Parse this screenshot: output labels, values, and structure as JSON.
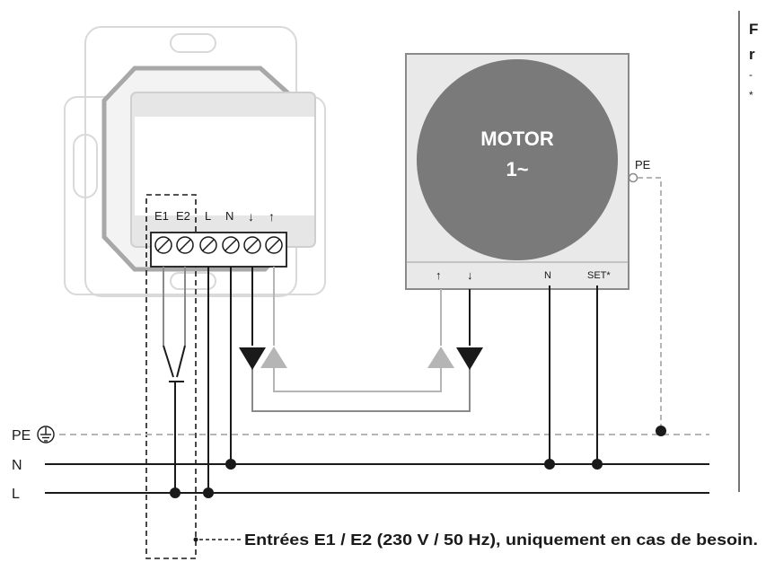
{
  "motor": {
    "name": "MOTOR",
    "phase": "1~",
    "pe_label": "PE",
    "terminals": {
      "up": "↑",
      "down": "↓",
      "n": "N",
      "set": "SET*"
    }
  },
  "actuator": {
    "terminals": {
      "e1": "E1",
      "e2": "E2",
      "l": "L",
      "n": "N",
      "down": "↓",
      "up": "↑"
    }
  },
  "lines": {
    "pe": "PE",
    "n": "N",
    "l": "L"
  },
  "note": "Entrées E1 / E2 (230 V / 50 Hz), uniquement en cas de besoin.",
  "side_text": {
    "line1": "F",
    "line2": "r",
    "line3": "-",
    "line4": "*"
  },
  "colors": {
    "line": "#1a1a1a",
    "light": "#c4c4c4",
    "motor_fill": "#7a7a7a",
    "panel": "#ebebeb",
    "device_outline": "#d9d9d9"
  }
}
